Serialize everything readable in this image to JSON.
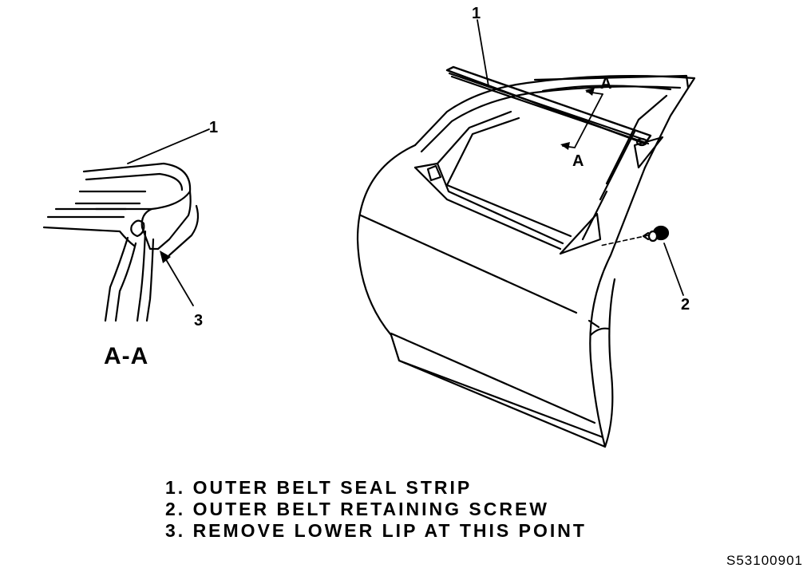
{
  "callouts": {
    "detail_1": "1",
    "detail_3": "3",
    "door_1": "1",
    "door_2": "2",
    "section_marker_top": "A",
    "section_marker_bottom": "A"
  },
  "section_view_label": "A-A",
  "legend": [
    "1. OUTER BELT SEAL STRIP",
    "2. OUTER BELT RETAINING SCREW",
    "3. REMOVE LOWER LIP AT THIS POINT"
  ],
  "figure_id": "S53100901"
}
